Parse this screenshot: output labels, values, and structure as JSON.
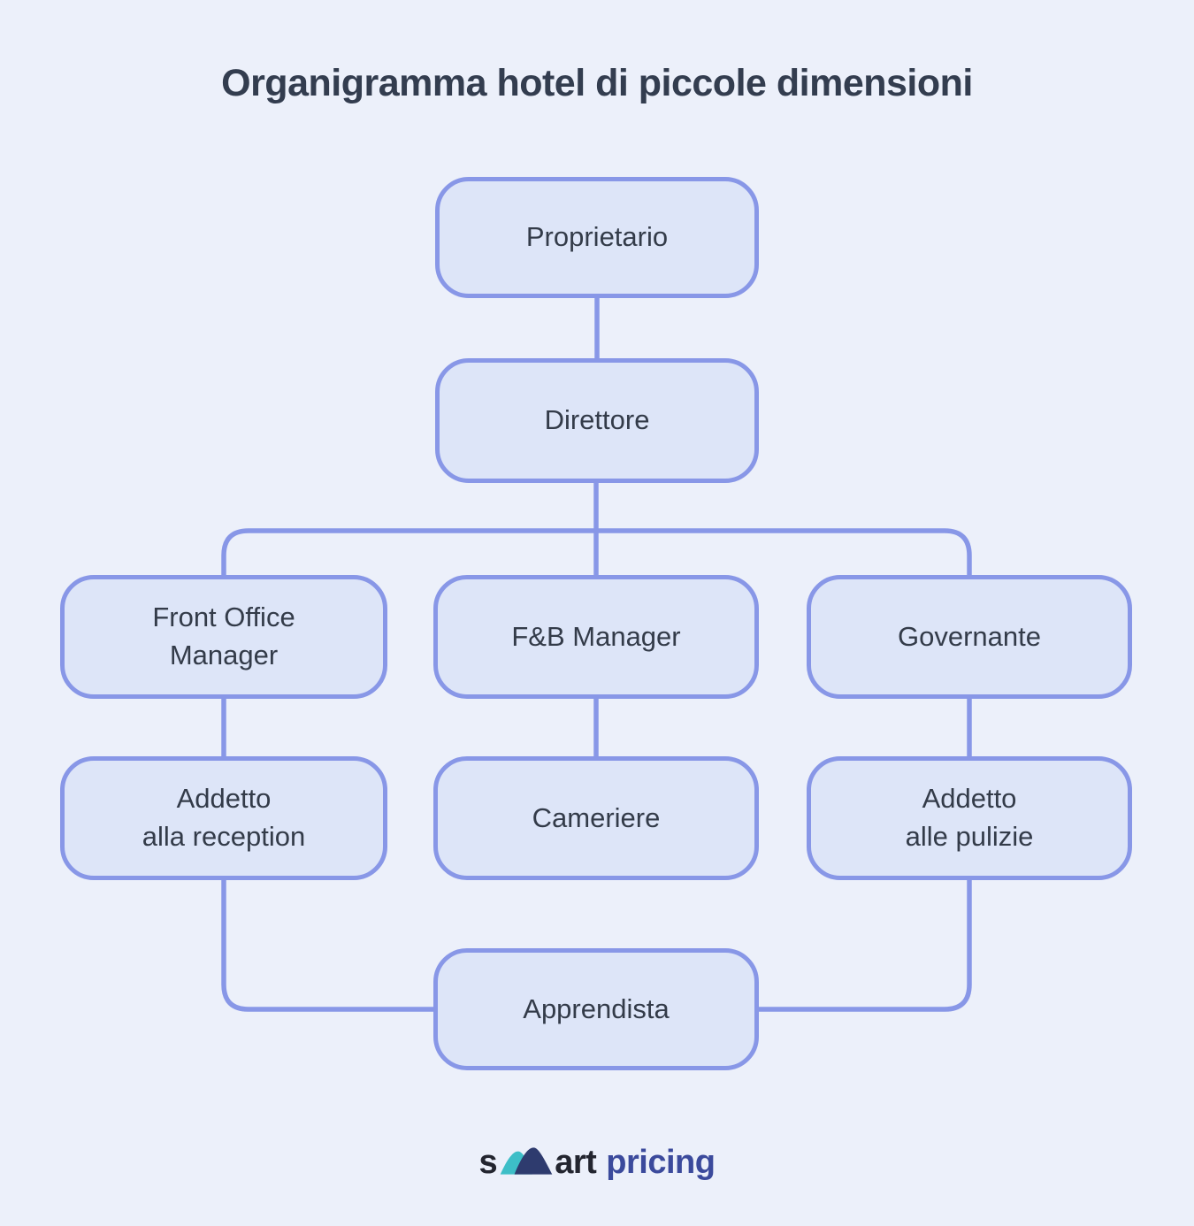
{
  "title": "Organigramma hotel di piccole dimensioni",
  "nodes": {
    "proprietario": {
      "lines": [
        "Proprietario"
      ]
    },
    "direttore": {
      "lines": [
        "Direttore"
      ]
    },
    "front_office": {
      "lines": [
        "Front Office",
        "Manager"
      ]
    },
    "fb_manager": {
      "lines": [
        "F&B Manager"
      ]
    },
    "governante": {
      "lines": [
        "Governante"
      ]
    },
    "reception": {
      "lines": [
        "Addetto",
        "alla reception"
      ]
    },
    "cameriere": {
      "lines": [
        "Cameriere"
      ]
    },
    "pulizie": {
      "lines": [
        "Addetto",
        "alle pulizie"
      ]
    },
    "apprendista": {
      "lines": [
        "Apprendista"
      ]
    }
  },
  "logo": {
    "part1": "s",
    "part2": "art",
    "part3": "pricing",
    "icon": "mountains-icon"
  },
  "colors": {
    "background": "#ecf0fa",
    "node_fill": "#dde5f8",
    "node_border": "#8897e7",
    "connector": "#8897e7",
    "node_text": "#333b49",
    "title_text": "#333d4f",
    "logo_dark": "#23252f",
    "logo_indigo": "#3b4a9c",
    "logo_teal": "#3dbec7",
    "logo_navy": "#2e3b6e"
  }
}
